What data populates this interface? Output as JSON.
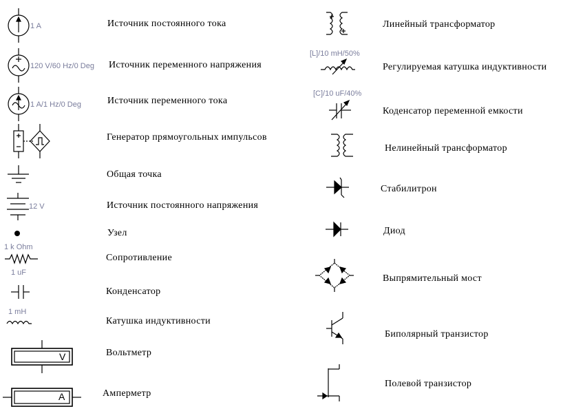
{
  "left_column": [
    {
      "id": "dc-current-source",
      "label": "Источник постоянного тока",
      "value": "1 A"
    },
    {
      "id": "ac-voltage-source",
      "label": "Источник переменного напряжения",
      "value": "120 V/60 Hz/0 Deg"
    },
    {
      "id": "ac-current-source",
      "label": "Источник переменного тока",
      "value": "1 A/1 Hz/0 Deg"
    },
    {
      "id": "pulse-generator",
      "label": "Генератор прямоугольных импульсов",
      "value": ""
    },
    {
      "id": "ground",
      "label": "Общая точка",
      "value": ""
    },
    {
      "id": "dc-voltage-source",
      "label": "Источник постоянного напряжения",
      "value": "12 V"
    },
    {
      "id": "node",
      "label": "Узел",
      "value": ""
    },
    {
      "id": "resistor",
      "label": "Сопротивление",
      "value": "1 k Ohm"
    },
    {
      "id": "capacitor",
      "label": "Конденсатор",
      "value": "1 uF"
    },
    {
      "id": "inductor",
      "label": "Катушка индуктивности",
      "value": "1 mH"
    },
    {
      "id": "voltmeter",
      "label": "Вольтметр",
      "value": "V"
    },
    {
      "id": "ammeter",
      "label": "Амперметр",
      "value": "A"
    }
  ],
  "right_column": [
    {
      "id": "linear-transformer",
      "label": "Линейный трансформатор",
      "value": ""
    },
    {
      "id": "variable-inductor",
      "label": "Регулируемая катушка индуктивности",
      "value": "[L]/10 mH/50%"
    },
    {
      "id": "variable-capacitor",
      "label": "Коденсатор переменной емкости",
      "value": "[C]/10 uF/40%"
    },
    {
      "id": "nonlinear-transformer",
      "label": "Нелинейный трансформатор",
      "value": ""
    },
    {
      "id": "zener-diode",
      "label": "Стабилитрон",
      "value": ""
    },
    {
      "id": "diode",
      "label": "Диод",
      "value": ""
    },
    {
      "id": "rectifier-bridge",
      "label": "Выпрямительный мост",
      "value": ""
    },
    {
      "id": "bipolar-transistor",
      "label": "Биполярный транзистор",
      "value": ""
    },
    {
      "id": "field-effect-transistor",
      "label": "Полевой транзистор",
      "value": ""
    }
  ],
  "colors": {
    "symbol": "#000000",
    "value_text": "#7a7d9c",
    "background": "#ffffff"
  }
}
